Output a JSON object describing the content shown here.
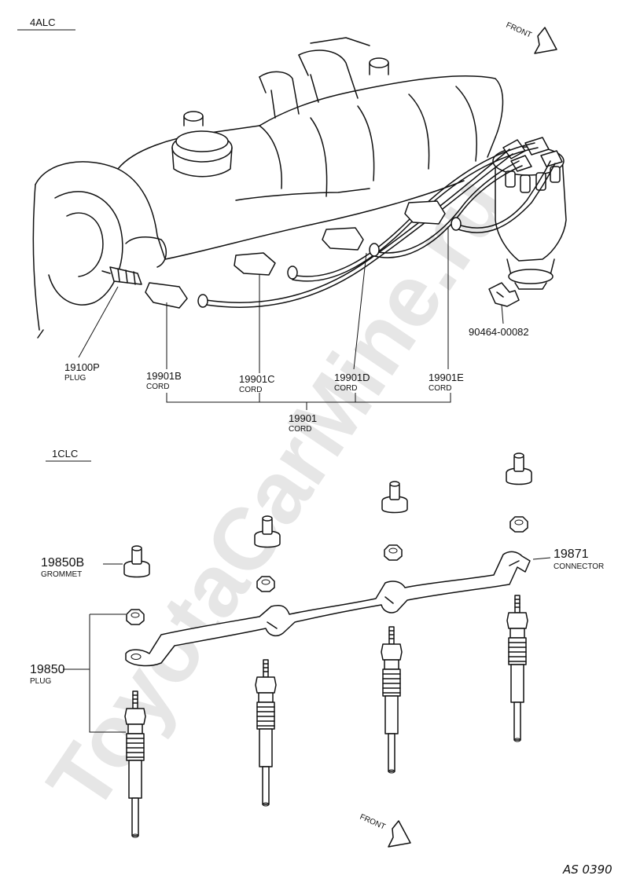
{
  "watermark": "ToyotaCarMine.ru",
  "sections": {
    "upper": "4ALC",
    "lower": "1CLC"
  },
  "front_arrows": {
    "label": "FRONT"
  },
  "upper_parts": {
    "plug_19100p": {
      "number": "19100P",
      "name": "PLUG"
    },
    "cord_b": {
      "number": "19901B",
      "name": "CORD"
    },
    "cord_c": {
      "number": "19901C",
      "name": "CORD"
    },
    "cord_d": {
      "number": "19901D",
      "name": "CORD"
    },
    "cord_e": {
      "number": "19901E",
      "name": "CORD"
    },
    "cord_set": {
      "number": "19901",
      "name": "CORD"
    },
    "clamp": {
      "number": "90464-00082"
    }
  },
  "lower_parts": {
    "grommet": {
      "number": "19850B",
      "name": "GROMMET"
    },
    "connector": {
      "number": "19871",
      "name": "CONNECTOR"
    },
    "glow_plug": {
      "number": "19850",
      "name": "PLUG"
    }
  },
  "diagram_code": "AS 0390"
}
